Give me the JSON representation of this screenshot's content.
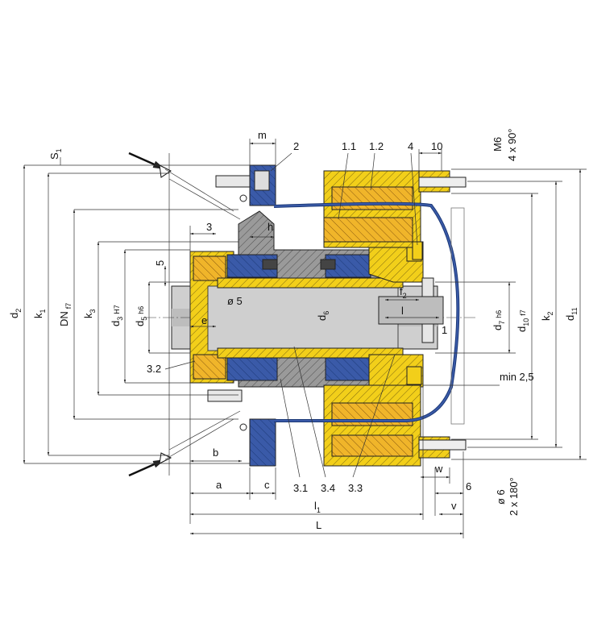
{
  "colors": {
    "yellow": "#f2cf1a",
    "blue": "#3a5aa8",
    "gray": "#9a9a9a",
    "lightgray": "#cfcfcf",
    "orange": "#f0b52a",
    "navy": "#1d3a78"
  },
  "labels": {
    "d2": "d",
    "d2_sub": "2",
    "k1": "k",
    "k1_sub": "1",
    "dn": "DN",
    "dn_sub": "f7",
    "k3": "k",
    "k3_sub": "3",
    "d3": "d",
    "d3_sub": "3",
    "d3_tol": "H7",
    "d5": "d",
    "d5_sub": "5",
    "d5_tol": "h6",
    "d6": "d",
    "d6_sub": "6",
    "d7": "d",
    "d7_sub": "7",
    "d7_tol": "h6",
    "d10": "d",
    "d10_sub": "10",
    "d10_tol": "f7",
    "k2": "k",
    "k2_sub": "2",
    "d11": "d",
    "d11_sub": "11",
    "s1": "S",
    "s1_sub": "1",
    "m": "m",
    "p2": "2",
    "p11": "1.1",
    "p12": "1.2",
    "p4": "4",
    "ten": "10",
    "m6": "M6",
    "m6_rep": "4 x 90°",
    "three": "3",
    "h": "h",
    "five": "5",
    "dia5": "ø 5",
    "e": "e",
    "f2": "f",
    "f2_sub": "2",
    "l_small": "l",
    "one": "1",
    "p32": "3.2",
    "min25": "min 2,5",
    "b": "b",
    "a": "a",
    "c": "c",
    "p31": "3.1",
    "p34": "3.4",
    "p33": "3.3",
    "w": "w",
    "six": "6",
    "v": "v",
    "l1": "l",
    "l1_sub": "1",
    "L": "L",
    "dia6": "ø 6",
    "dia6_rep": "2 x 180°"
  }
}
